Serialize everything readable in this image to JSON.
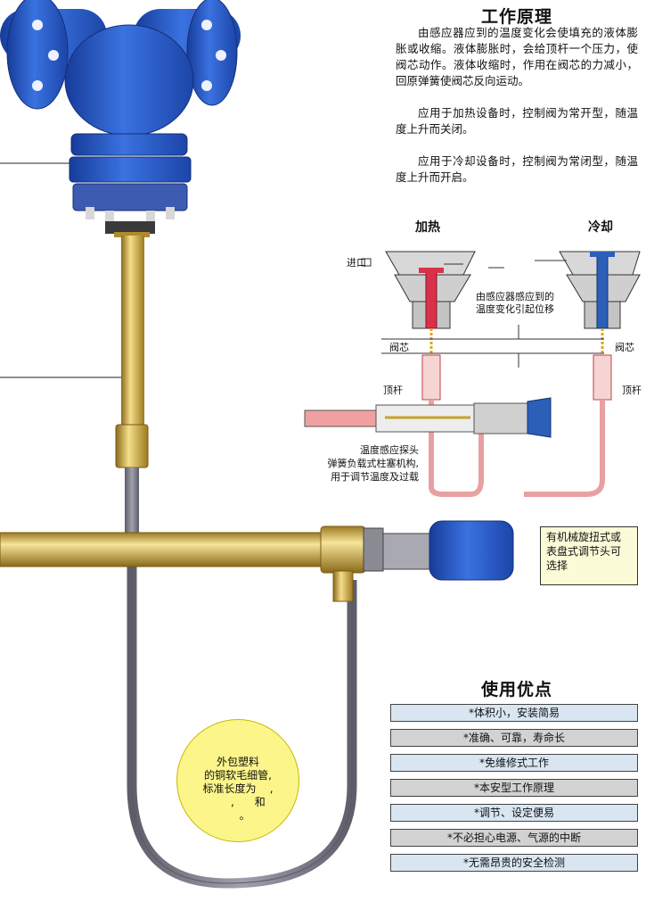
{
  "principle": {
    "title": "工作原理",
    "paragraphs": [
      "由感应器应到的温度变化会使填充的液体膨胀或收缩。液体膨胀时，会给顶杆一个压力，使阀芯动作。液体收缩时，作用在阀芯的力减小，回原弹簧使阀芯反向运动。",
      "应用于加热设备时，控制阀为常开型，随温度上升而关闭。",
      "应用于冷却设备时，控制阀为常闭型，随温度上升而开启。"
    ]
  },
  "diagram": {
    "heating_title": "加热",
    "cooling_title": "冷却",
    "inlet_label": "进口",
    "sensor_note": [
      "由感应器感应到的",
      "温度变化引起位移"
    ],
    "valve_core_left": "阀芯",
    "valve_core_right": "阀芯",
    "push_rod_left": "顶杆",
    "push_rod_right": "顶杆",
    "probe_note": [
      "温度感应探头",
      "弹簧负载式柱塞机构,",
      "用于调节温度及过载"
    ]
  },
  "callout": {
    "lines": [
      "有机械旋扭式或",
      "表盘式调节头可",
      "选择"
    ]
  },
  "capillary_note": {
    "lines": [
      "外包塑料",
      "的铜软毛细管,",
      "标准长度为    ,",
      "      ,      和",
      "    。"
    ]
  },
  "advantages": {
    "title": "使用优点",
    "items": [
      "*体积小，安装简易",
      "*准确、可靠，寿命长",
      "*免维修式工作",
      "*本安型工作原理",
      "*调节、设定便易",
      "*不必担心电源、气源的中断",
      "*无需昂贵的安全检测"
    ]
  },
  "colors": {
    "valve_blue": "#2456c8",
    "brass": "#d4b24a",
    "capillary_gray": "#7d7d8a",
    "heating_red": "#d8324a",
    "cooling_blue": "#2c5fb8"
  }
}
